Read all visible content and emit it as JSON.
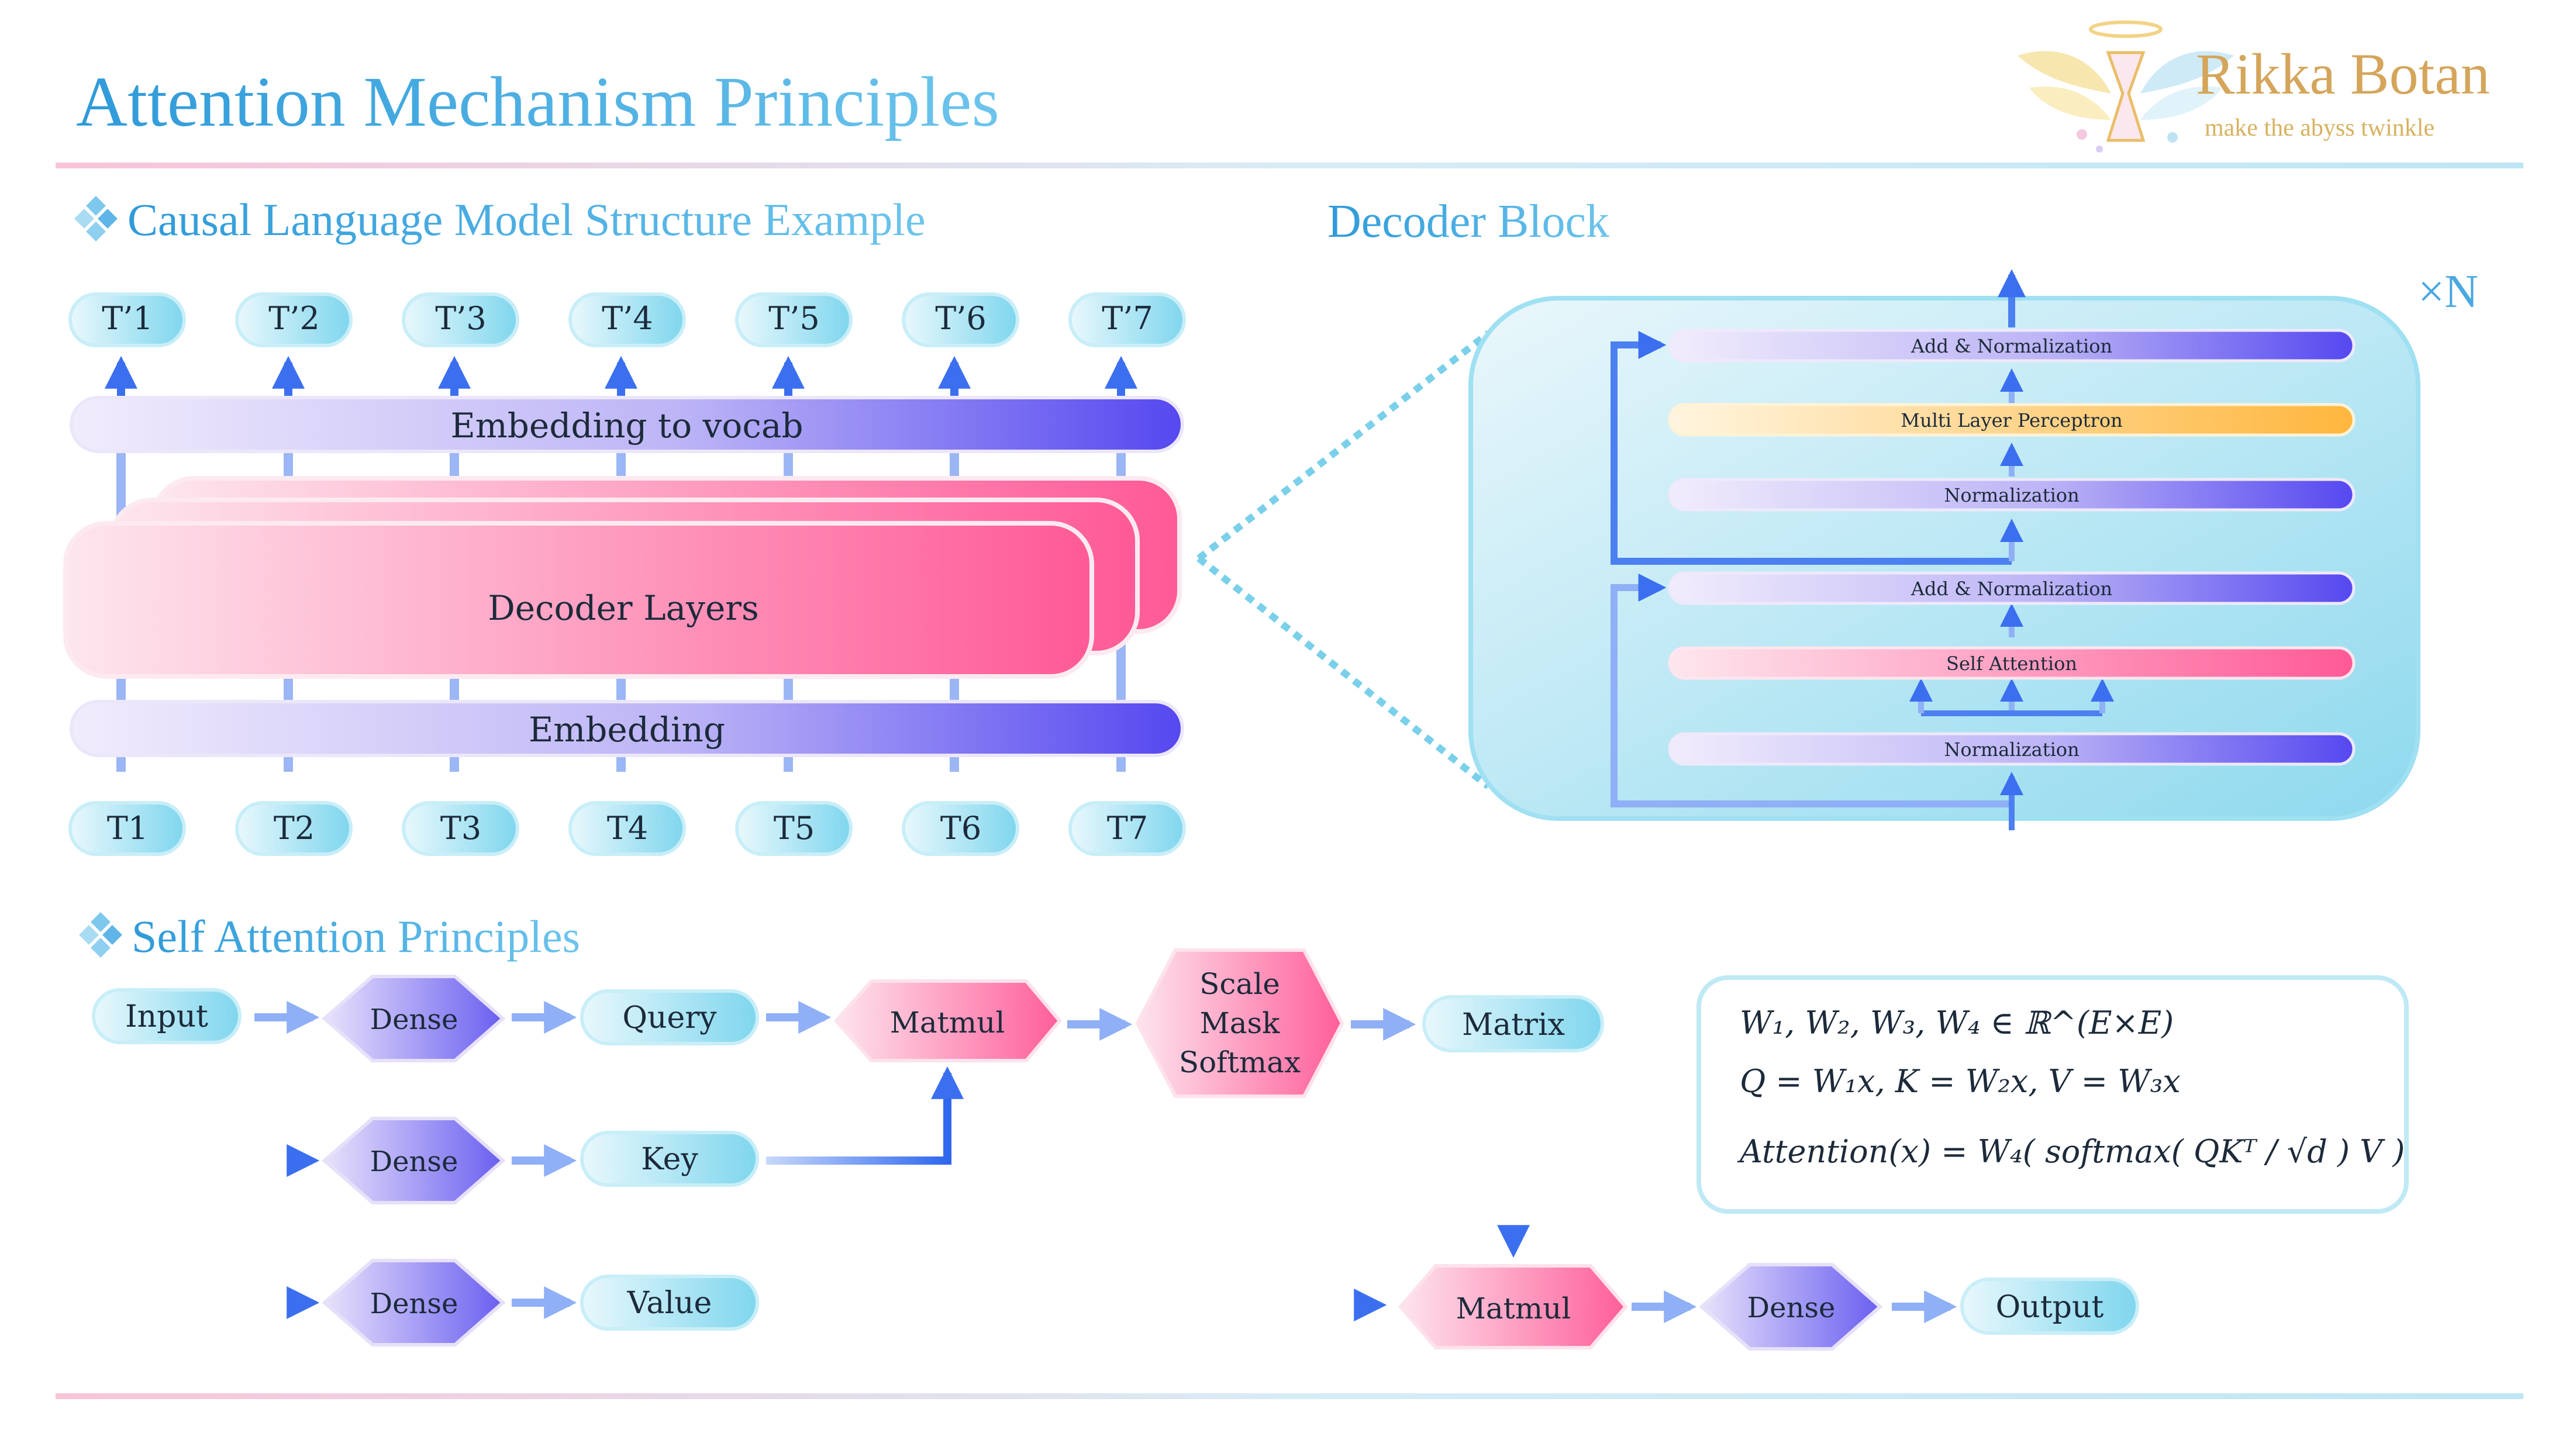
{
  "header": {
    "title": "Attention Mechanism Principles",
    "logo_name": "Rikka Botan",
    "logo_tagline": "make the abyss twinkle"
  },
  "sections": {
    "causal": "Causal Language Model Structure Example",
    "decoder_block": "Decoder Block",
    "self_attention": "Self Attention Principles",
    "bullet_icon": "diamond-cluster-icon"
  },
  "clm": {
    "outputs": [
      "T’1",
      "T’2",
      "T’3",
      "T’4",
      "T’5",
      "T’6",
      "T’7"
    ],
    "inputs": [
      "T1",
      "T2",
      "T3",
      "T4",
      "T5",
      "T6",
      "T7"
    ],
    "embedding_to_vocab": "Embedding to vocab",
    "decoder_layers": "Decoder Layers",
    "embedding": "Embedding"
  },
  "decoder": {
    "repeat": "×N",
    "layers": [
      "Add & Normalization",
      "Multi Layer Perceptron",
      "Normalization",
      "Add & Normalization",
      "Self Attention",
      "Normalization"
    ]
  },
  "attention": {
    "input": "Input",
    "dense": "Dense",
    "query": "Query",
    "key": "Key",
    "value": "Value",
    "matmul": "Matmul",
    "scale": "Scale",
    "mask": "Mask",
    "softmax": "Softmax",
    "matrix": "Matrix",
    "output": "Output"
  },
  "formulas": {
    "line1": "W₁, W₂, W₃, W₄  ∈ ℝ^(E×E)",
    "line2": "Q = W₁x, K = W₂x, V = W₃x",
    "line3": "Attention(x) = W₄( softmax( QKᵀ / √d ) V )"
  },
  "colors": {
    "title_blue": "#3aa6e0",
    "cyan_pill": "#7fd8ee",
    "violet": "#5a4ff0",
    "pink": "#ff5a96",
    "orange": "#ffb43c",
    "arrow_blue": "#4c80f0"
  }
}
